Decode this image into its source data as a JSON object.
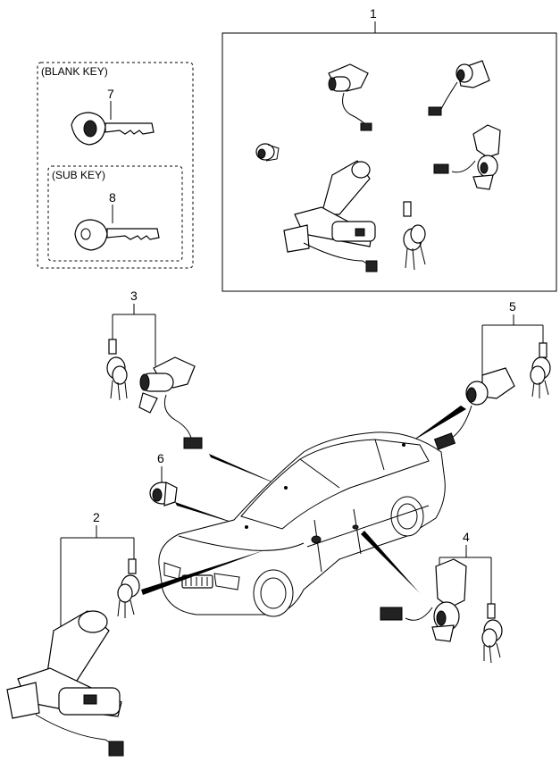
{
  "callouts": {
    "c1": "1",
    "c2": "2",
    "c3": "3",
    "c4": "4",
    "c5": "5",
    "c6": "6",
    "c7": "7",
    "c8": "8"
  },
  "key_group": {
    "blank_key_label": "(BLANK KEY)",
    "sub_key_label": "(SUB KEY)"
  }
}
